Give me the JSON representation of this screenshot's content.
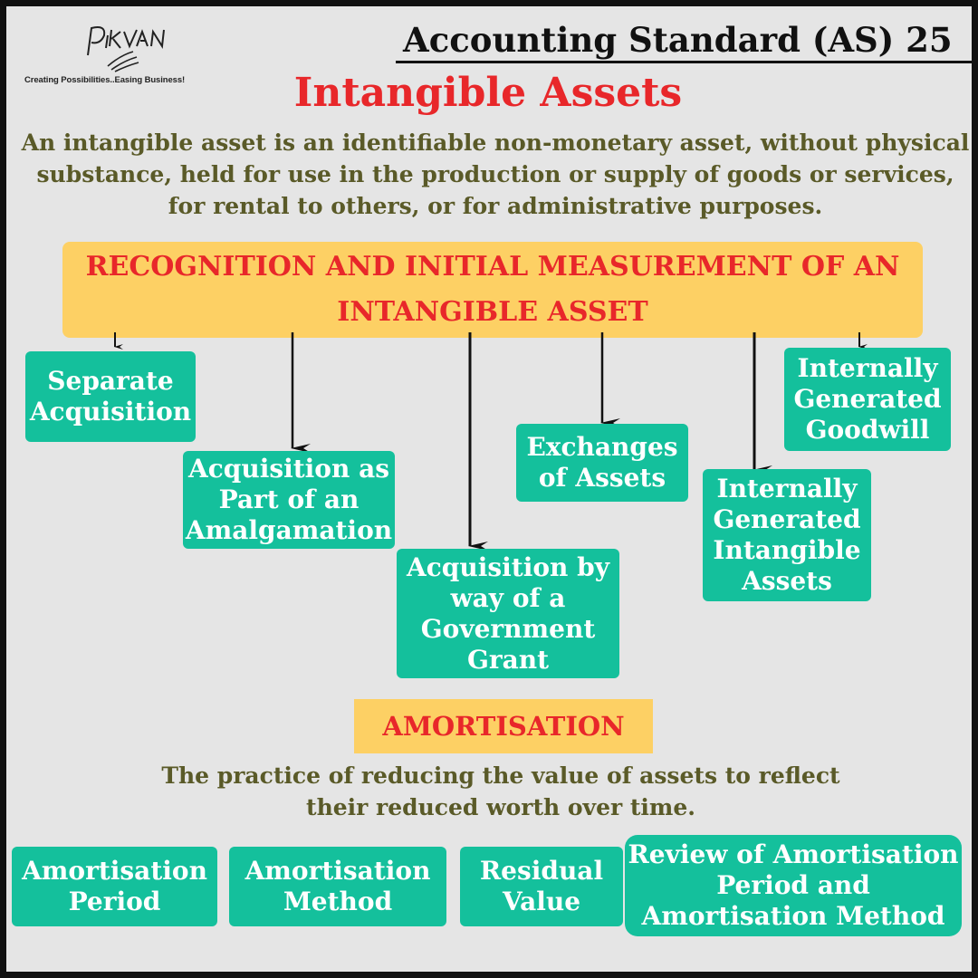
{
  "logo": {
    "wordmark": "PIKVAN",
    "tagline": "Creating Possibilities..Easing Business!"
  },
  "header": {
    "standard": "Accounting Standard (AS) 25",
    "title": "Intangible Assets"
  },
  "definition": "An intangible asset is an identifiable non-monetary asset, without physical substance, held for use in the production or supply of goods or services, for rental to others, or for administrative purposes.",
  "recognition": {
    "heading": "RECOGNITION AND INITIAL MEASUREMENT OF AN INTANGIBLE ASSET",
    "items": [
      "Separate Acquisition",
      "Acquisition as Part of an Amalgamation",
      "Acquisition by way of a Government Grant",
      "Exchanges of Assets",
      "Internally Generated Intangible Assets",
      "Internally Generated Goodwill"
    ]
  },
  "amortisation": {
    "heading": "AMORTISATION",
    "description": "The practice of reducing the value of assets to reflect their reduced worth over time.",
    "items": [
      "Amortisation Period",
      "Amortisation Method",
      "Residual Value",
      "Review of Amortisation Period and Amortisation Method"
    ]
  },
  "colors": {
    "accent_red": "#e8272a",
    "banner_yellow": "#fdd064",
    "box_teal": "#14c09c",
    "body_olive": "#5a5a28",
    "background": "#e5e5e5"
  }
}
